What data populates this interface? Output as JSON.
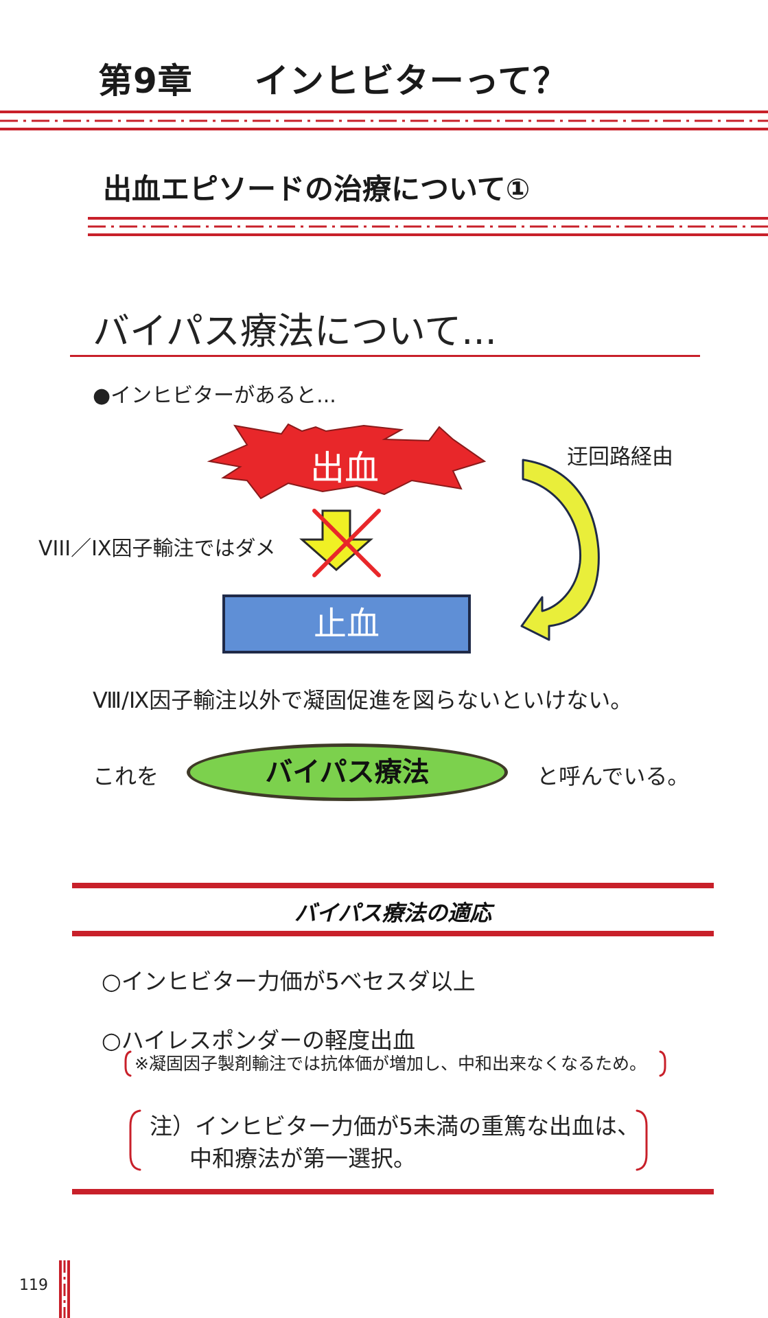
{
  "chapter": {
    "number": "第9章",
    "title": "インヒビターって？"
  },
  "section_title": "出血エピソードの治療について①",
  "topic_title": "バイパス療法について...",
  "bullet": "●インヒビターがあると...",
  "diagram": {
    "bleeding_label": "出血",
    "hemostasis_label": "止血",
    "bypass_route_label": "迂回路経由",
    "factor_infusion_label": "VIII／IX因子輸注ではダメ"
  },
  "statement": "Ⅷ/Ⅸ因子輸注以外で凝固促進を図らないといけない。",
  "naming": {
    "prefix": "これを",
    "term": "バイパス療法",
    "suffix": "と呼んでいる。"
  },
  "indication": {
    "title": "バイパス療法の適応",
    "items": [
      "○インヒビター力価が5ベセスダ以上",
      "○ハイレスポンダーの軽度出血"
    ],
    "note": "※凝固因子製剤輸注では抗体価が増加し、中和出来なくなるため。",
    "caution_line1": "注）インヒビター力価が5未満の重篤な出血は、",
    "caution_line2": "中和療法が第一選択。"
  },
  "page_number": "119",
  "colors": {
    "accent_red": "#c8202a",
    "burst_red": "#e8272a",
    "box_blue": "#5f8fd6",
    "pill_green": "#7cd14d",
    "arrow_yellow": "#e9ee3a"
  }
}
